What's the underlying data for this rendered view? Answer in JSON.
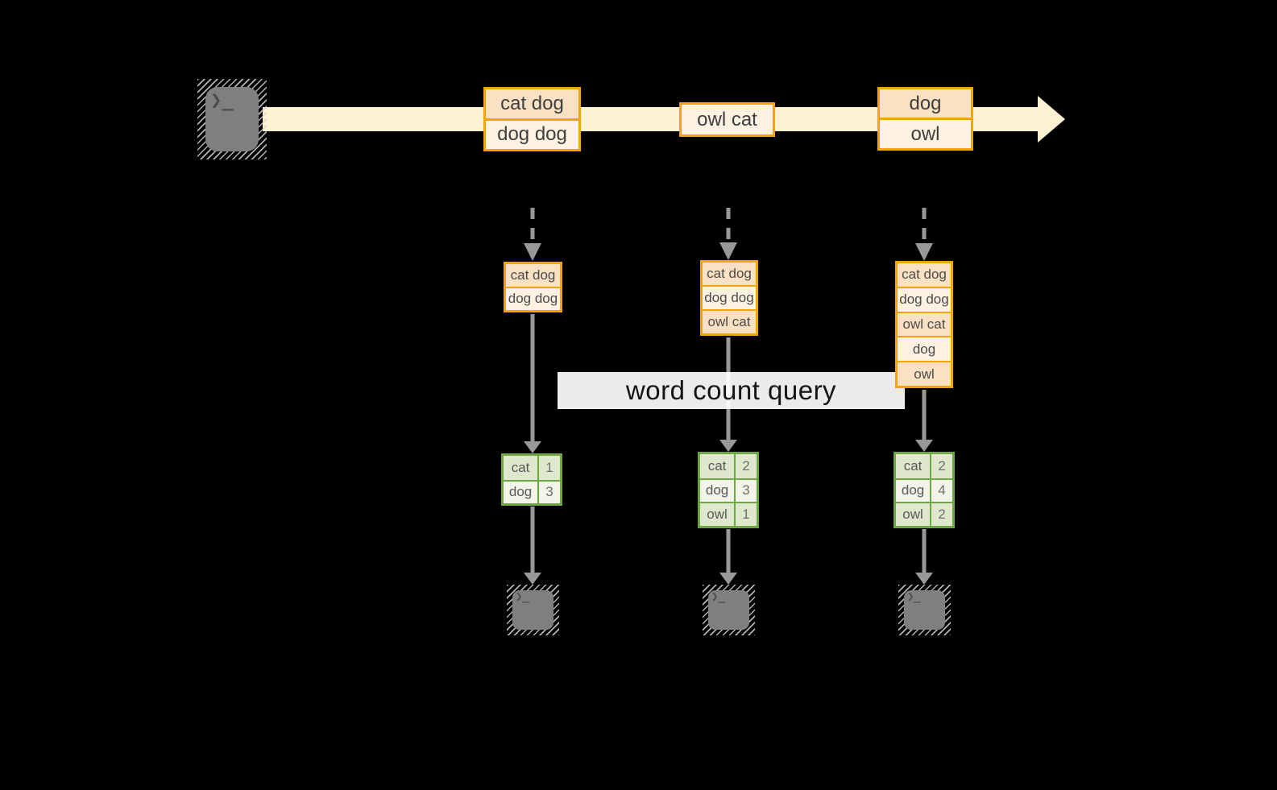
{
  "query_label": "word count query",
  "terminal_glyph": "❯_",
  "stream_events": [
    {
      "rows": [
        "cat dog",
        "dog dog"
      ]
    },
    {
      "rows": [
        "owl cat"
      ]
    },
    {
      "rows": [
        "dog",
        "owl"
      ]
    }
  ],
  "columns": [
    {
      "state_rows": [
        "cat dog",
        "dog dog"
      ],
      "counts": [
        {
          "word": "cat",
          "count": "1"
        },
        {
          "word": "dog",
          "count": "3"
        }
      ]
    },
    {
      "state_rows": [
        "cat dog",
        "dog dog",
        "owl cat"
      ],
      "counts": [
        {
          "word": "cat",
          "count": "2"
        },
        {
          "word": "dog",
          "count": "3"
        },
        {
          "word": "owl",
          "count": "1"
        }
      ]
    },
    {
      "state_rows": [
        "cat dog",
        "dog dog",
        "owl cat",
        "dog",
        "owl"
      ],
      "counts": [
        {
          "word": "cat",
          "count": "2"
        },
        {
          "word": "dog",
          "count": "4"
        },
        {
          "word": "owl",
          "count": "2"
        }
      ]
    }
  ],
  "colors": {
    "stream_band": "#fcf2d1",
    "box_border": "#f0a50a",
    "box_fill_dark": "#fae1c3",
    "box_fill_light": "#fdf2e2",
    "green_border": "#6fa543",
    "green_fill_dark": "#dde8cd",
    "green_fill_light": "#f0f4e9",
    "arrow_gray": "#999999",
    "terminal_gray": "#7f7f7f"
  }
}
